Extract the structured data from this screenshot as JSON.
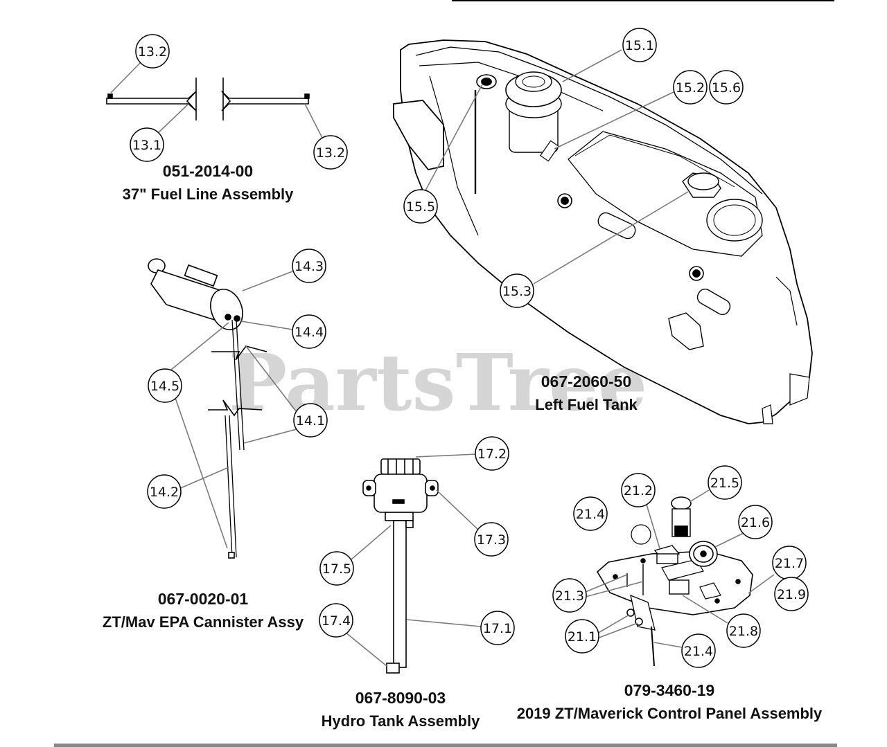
{
  "watermark": {
    "text": "PartsTree",
    "tm": "TM"
  },
  "assemblies": [
    {
      "id": "fuel_line",
      "part_no": "051-2014-00",
      "title": "37\" Fuel Line Assembly"
    },
    {
      "id": "fuel_tank",
      "part_no": "067-2060-50",
      "title": "Left Fuel Tank"
    },
    {
      "id": "canister",
      "part_no": "067-0020-01",
      "title": "ZT/Mav EPA Cannister Assy"
    },
    {
      "id": "hydro_tank",
      "part_no": "067-8090-03",
      "title": "Hydro Tank Assembly"
    },
    {
      "id": "control_panel",
      "part_no": "079-3460-19",
      "title": "2019 ZT/Maverick Control Panel Assembly"
    }
  ],
  "callouts": [
    "13.2",
    "13.1",
    "13.2",
    "15.1",
    "15.2",
    "15.6",
    "15.5",
    "15.3",
    "14.3",
    "14.4",
    "14.5",
    "14.1",
    "14.2",
    "17.2",
    "17.3",
    "17.5",
    "17.1",
    "17.4",
    "21.2",
    "21.5",
    "21.4",
    "21.6",
    "21.7",
    "21.9",
    "21.3",
    "21.8",
    "21.1",
    "21.4"
  ]
}
